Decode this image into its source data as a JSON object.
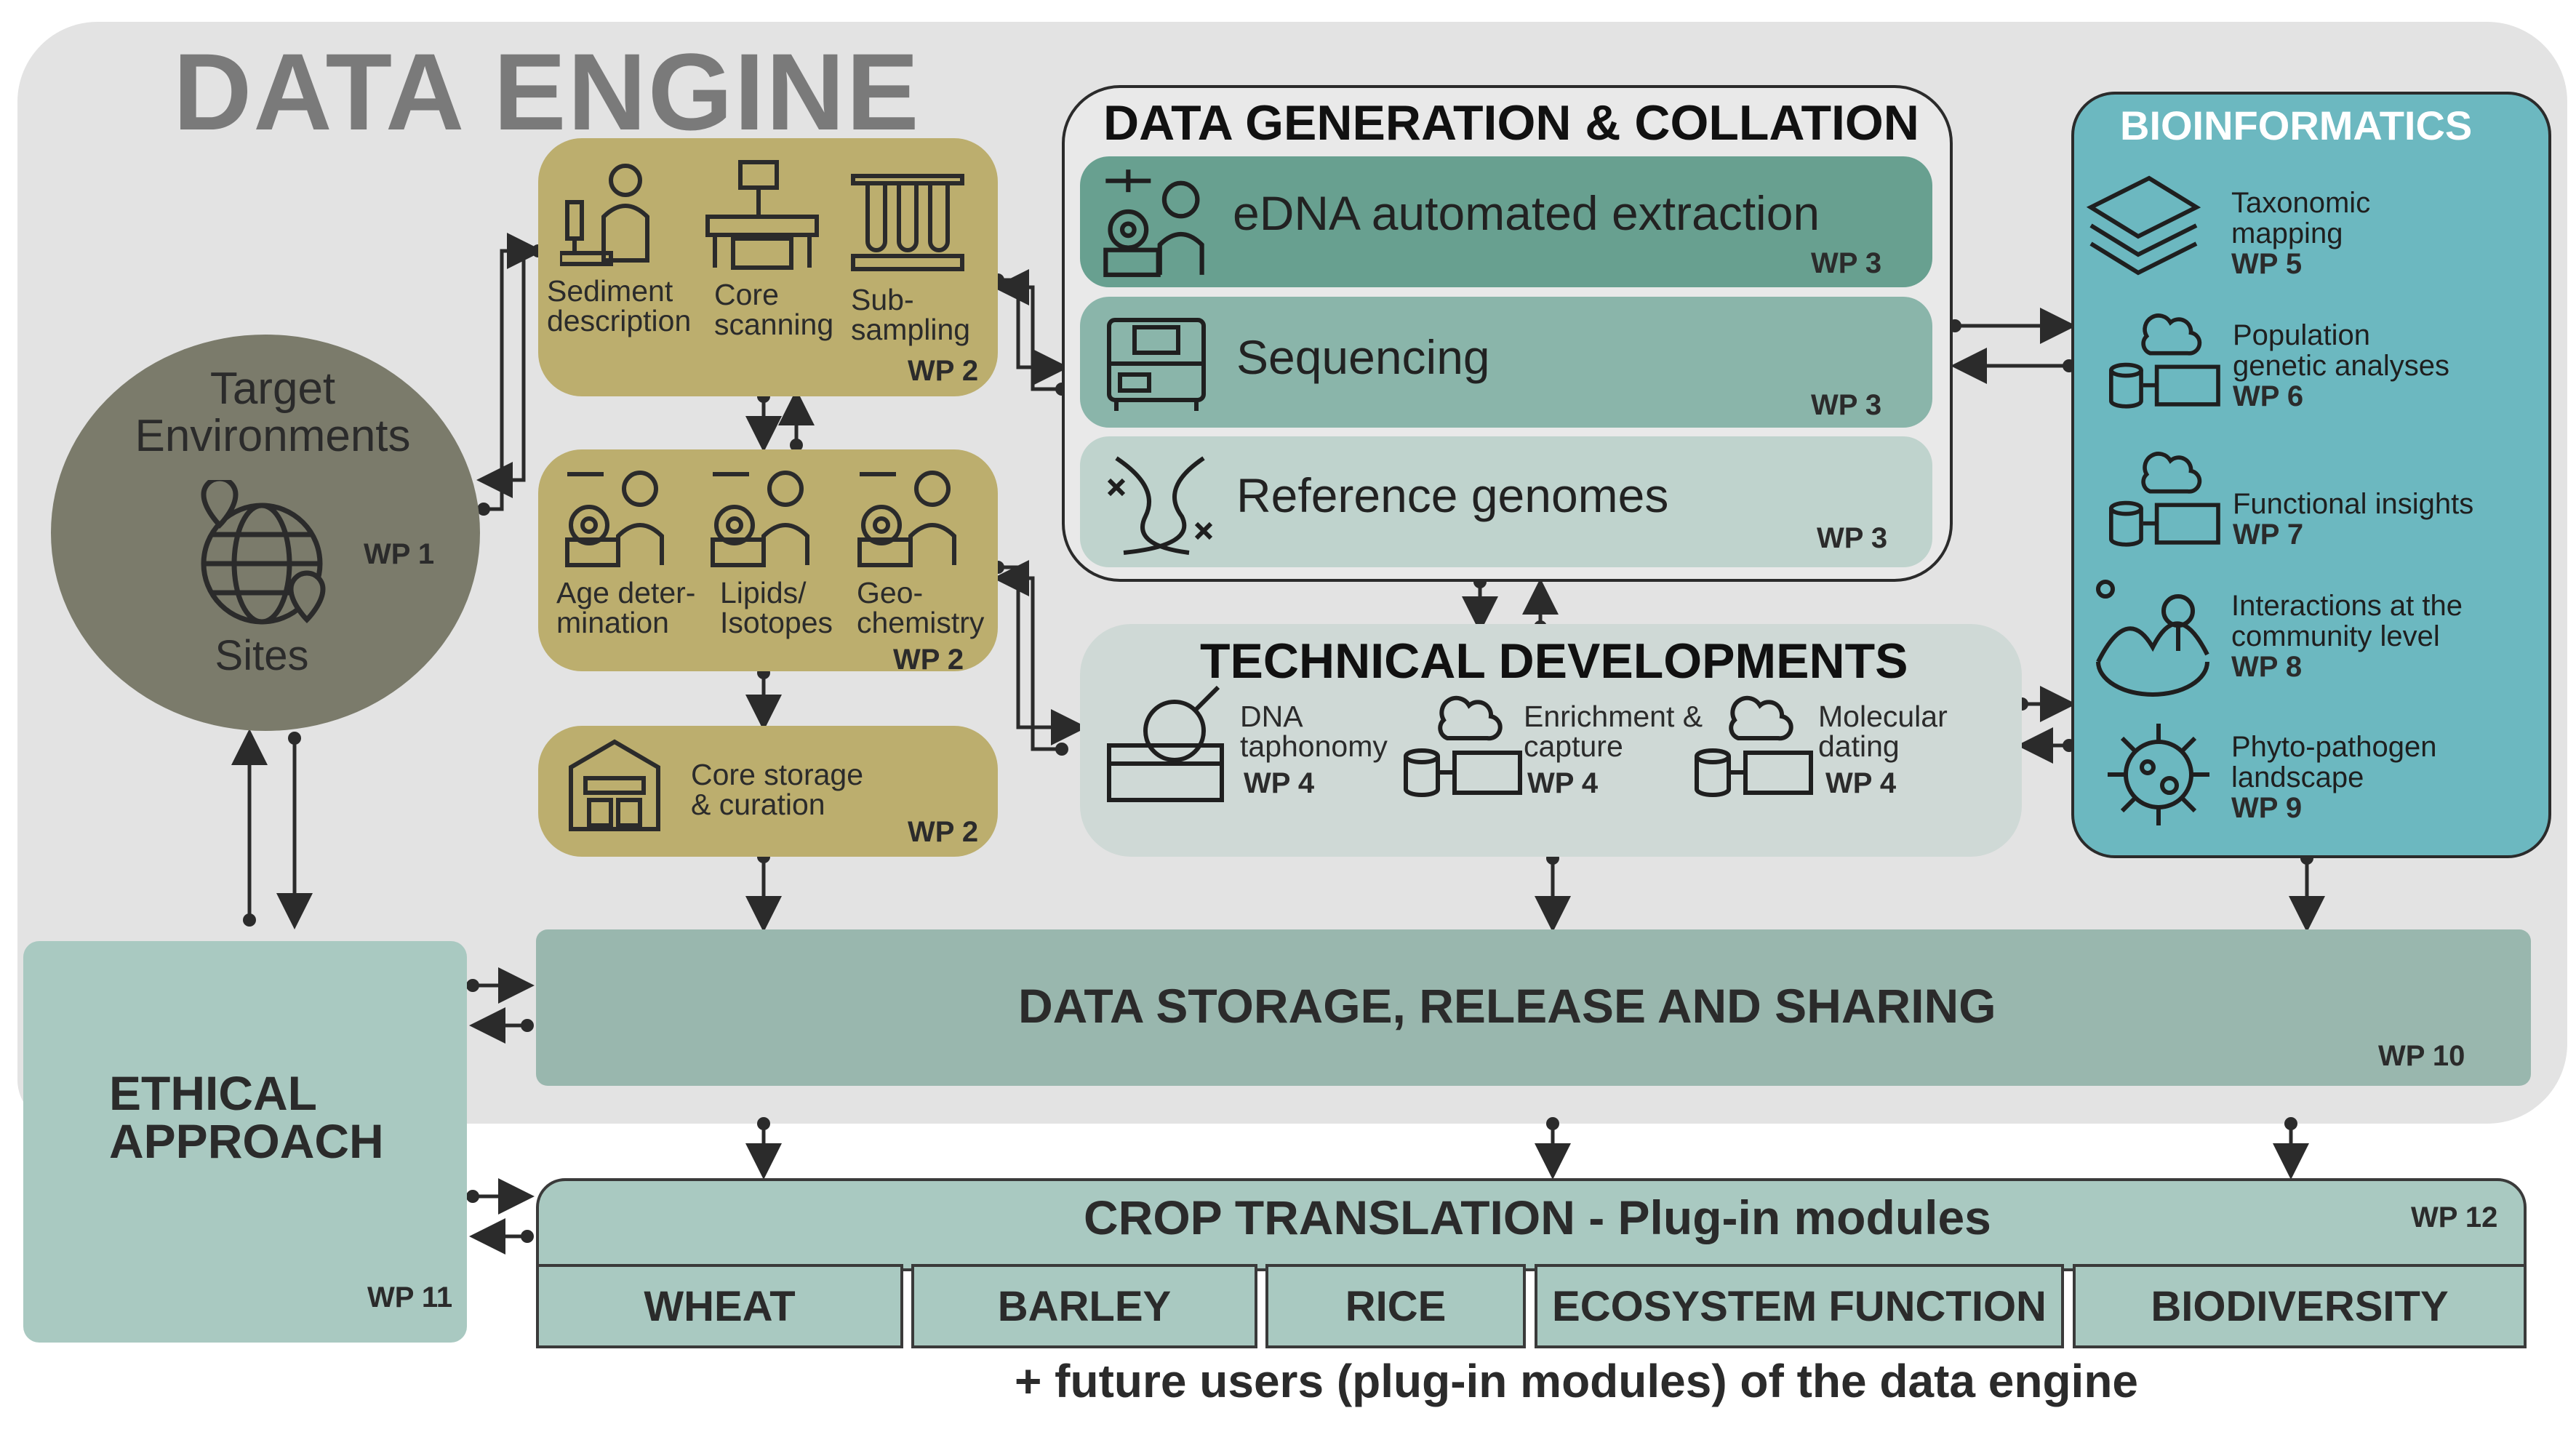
{
  "colors": {
    "engine_bg": "#e3e3e3",
    "olive": "#bcae6e",
    "target": "#7b7b6b",
    "edna": "#68a090",
    "sequencing": "#8ab5aa",
    "reference": "#bfd3cd",
    "technical": "#cfd9d6",
    "bioinformatics": "#6cb8c0",
    "storage": "#99b7ae",
    "ethical": "#a9c9c1"
  },
  "engine": {
    "title": "DATA ENGINE"
  },
  "target": {
    "title": "Target Environments",
    "sites": "Sites",
    "wp": "WP 1"
  },
  "field_box": {
    "items": [
      {
        "label": "Sediment description",
        "icon": "microscope-icon"
      },
      {
        "label": "Core scanning",
        "icon": "core-scanner-icon"
      },
      {
        "label": "Sub-sampling",
        "icon": "test-tubes-icon"
      }
    ],
    "wp": "WP 2"
  },
  "lab_box": {
    "items": [
      {
        "label_1": "Age deter-",
        "label_2": "mination",
        "icon": "scientist-gears-icon"
      },
      {
        "label_1": "Lipids/",
        "label_2": "Isotopes",
        "icon": "scientist-gears-icon"
      },
      {
        "label_1": "Geo-",
        "label_2": "chemistry",
        "icon": "scientist-gears-icon"
      }
    ],
    "wp": "WP 2"
  },
  "storage_box": {
    "line1": "Core storage",
    "line2": "& curation",
    "icon": "warehouse-icon",
    "wp": "WP 2"
  },
  "data_generation": {
    "title": "DATA GENERATION & COLLATION",
    "rows": [
      {
        "label": "eDNA automated extraction",
        "wp": "WP 3",
        "icon": "robot-scientist-icon"
      },
      {
        "label": "Sequencing",
        "wp": "WP 3",
        "icon": "sequencer-icon"
      },
      {
        "label": "Reference genomes",
        "wp": "WP 3",
        "icon": "chromosomes-icon"
      }
    ]
  },
  "technical": {
    "title": "TECHNICAL DEVELOPMENTS",
    "items": [
      {
        "line1": "DNA",
        "line2": "taphonomy",
        "wp": "WP 4",
        "icon": "soil-magnifier-icon"
      },
      {
        "line1": "Enrichment &",
        "line2": "capture",
        "wp": "WP 4",
        "icon": "cloud-database-icon"
      },
      {
        "line1": "Molecular",
        "line2": "dating",
        "wp": "WP 4",
        "icon": "cloud-database-icon"
      }
    ]
  },
  "bioinformatics": {
    "title": "BIOINFORMATICS",
    "items": [
      {
        "line1": "Taxonomic",
        "line2": "mapping",
        "wp": "WP 5",
        "icon": "layers-icon"
      },
      {
        "line1": "Population",
        "line2": "genetic analyses",
        "wp": "WP 6",
        "icon": "cloud-database-icon"
      },
      {
        "line1": "Functional insights",
        "line2": "",
        "wp": "WP 7",
        "icon": "cloud-database-icon"
      },
      {
        "line1": "Interactions at the",
        "line2": "community level",
        "wp": "WP 8",
        "icon": "ecosystem-icon"
      },
      {
        "line1": "Phyto-pathogen",
        "line2": "landscape",
        "wp": "WP 9",
        "icon": "virus-icon"
      }
    ]
  },
  "data_storage": {
    "title": "DATA STORAGE, RELEASE AND SHARING",
    "wp": "WP 10"
  },
  "ethical": {
    "line1": "ETHICAL",
    "line2": "APPROACH",
    "wp": "WP 11"
  },
  "crop": {
    "title": "CROP TRANSLATION - Plug-in modules",
    "wp": "WP 12",
    "modules": [
      "WHEAT",
      "BARLEY",
      "RICE",
      "ECOSYSTEM FUNCTION",
      "BIODIVERSITY"
    ]
  },
  "footer": {
    "note": "+ future users (plug-in modules) of the data engine"
  }
}
